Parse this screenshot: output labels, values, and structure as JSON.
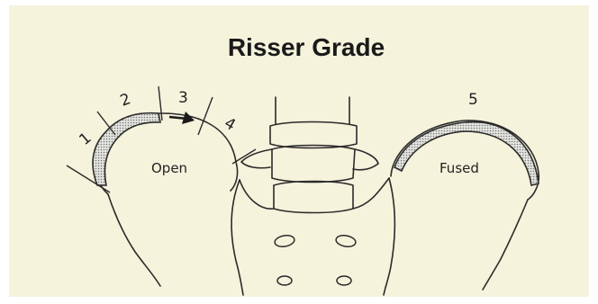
{
  "title": "Risser Grade",
  "labels": {
    "open": "Open",
    "fused": "Fused"
  },
  "grades": [
    "1",
    "2",
    "3",
    "4",
    "5"
  ],
  "colors": {
    "background": "#f5f3dc",
    "line": "#2b2b2b",
    "apophysis_fill": "#bdbdbd"
  },
  "icons": {
    "progression_arrow": "arrow-right-icon"
  }
}
